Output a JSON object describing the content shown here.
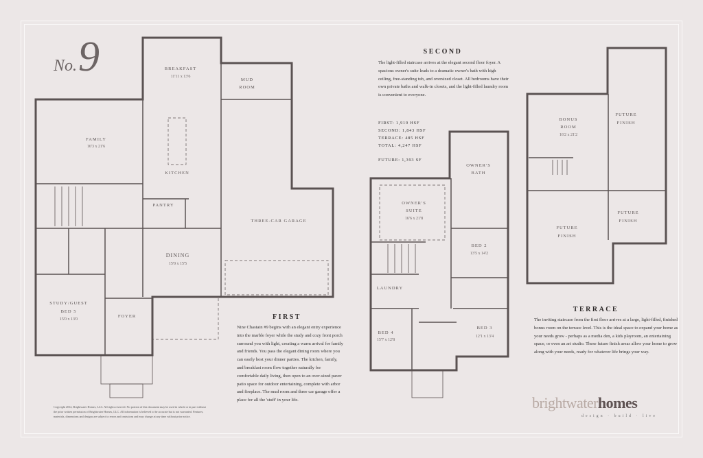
{
  "logo_number": {
    "prefix": "No.",
    "number": "9"
  },
  "first": {
    "title": "First",
    "paragraph": "Nine Chastain #9 begins with an elegant entry experience into the marble foyer while the study and cozy front porch surround you with light, creating a warm arrival for family and friends. You pass the elegant dining room where you can easily host your dinner parties. The kitchen, family, and breakfast room flow together naturally for comfortable daily living, then open to an over-sized paver patio space for outdoor entertaining, complete with arbor and fireplace. The mud room and three car garage offer a place for all the 'stuff' in your life.",
    "rooms": {
      "breakfast": {
        "name": "Breakfast",
        "dims": "11'11 x 13'6"
      },
      "mud_room": {
        "line1": "Mud",
        "line2": "Room"
      },
      "family": {
        "name": "Family",
        "dims": "16'3 x 21'6"
      },
      "kitchen": {
        "name": "Kitchen"
      },
      "pantry": {
        "name": "Pantry"
      },
      "garage": {
        "name": "Three-Car Garage"
      },
      "dining": {
        "name": "Dining",
        "dims": "15'0 x 15'5"
      },
      "study": {
        "line1": "Study/Guest",
        "line2": "Bed 5",
        "dims": "15'0 x 13'0"
      },
      "foyer": {
        "name": "Foyer"
      }
    }
  },
  "second": {
    "title": "Second",
    "paragraph": "The light-filled staircase arrives at the elegant second floor foyer. A spacious owner's suite leads to a dramatic owner's bath with high ceiling, free-standing tub, and oversized closet. All bedrooms have their own private baths and walk-in closets, and the light-filled laundry room is convenient to everyone.",
    "stats": [
      "First: 1,919 hsf",
      "Second: 1,843 hsf",
      "Terrace: 485 hsf",
      "Total: 4,247 hsf"
    ],
    "future": "Future: 1,393 sf",
    "rooms": {
      "owners_suite": {
        "line1": "Owner's",
        "line2": "Suite",
        "dims": "16'6 x 21'8"
      },
      "owners_bath": {
        "line1": "Owner's",
        "line2": "Bath"
      },
      "bed2": {
        "name": "Bed 2",
        "dims": "13'5 x 14'2"
      },
      "laundry": {
        "name": "Laundry"
      },
      "bed4": {
        "name": "Bed 4",
        "dims": "15'7 x 12'8"
      },
      "bed3": {
        "name": "Bed 3",
        "dims": "12'1 x 13'4"
      }
    }
  },
  "terrace": {
    "title": "Terrace",
    "paragraph": "The inviting staircase from the first floor arrives at a large, light-filled, finished bonus room on the terrace level. This is the ideal space to expand your home as your needs grow - perhaps as a media den, a kids playroom, an entertaining space, or even an art studio. These future finish areas allow your home to grow along with your needs, ready for whatever life brings your way.",
    "rooms": {
      "bonus": {
        "line1": "Bonus",
        "line2": "Room",
        "dims": "16'2 x 21'2"
      },
      "future_a": {
        "line1": "Future",
        "line2": "Finish"
      },
      "future_b": {
        "line1": "Future",
        "line2": "Finish"
      },
      "future_c": {
        "line1": "Future",
        "line2": "Finish"
      }
    }
  },
  "copyright": "Copyright 2014, Brightwater Homes, LLC. All rights reserved. No portion of this document may be used in whole or in part without the prior written permission of Brightwater Homes, LLC. All information is believed to be accurate but is not warranted. Features, materials, dimensions and designs are subject to errors and omissions and may change at any time without prior notice.",
  "brand": {
    "part1": "brightwater",
    "part2": "homes",
    "tagline": "design · build · live"
  },
  "colors": {
    "background": "#ece7e7",
    "wall": "#5a5252",
    "frame": "#fbf9f9"
  }
}
